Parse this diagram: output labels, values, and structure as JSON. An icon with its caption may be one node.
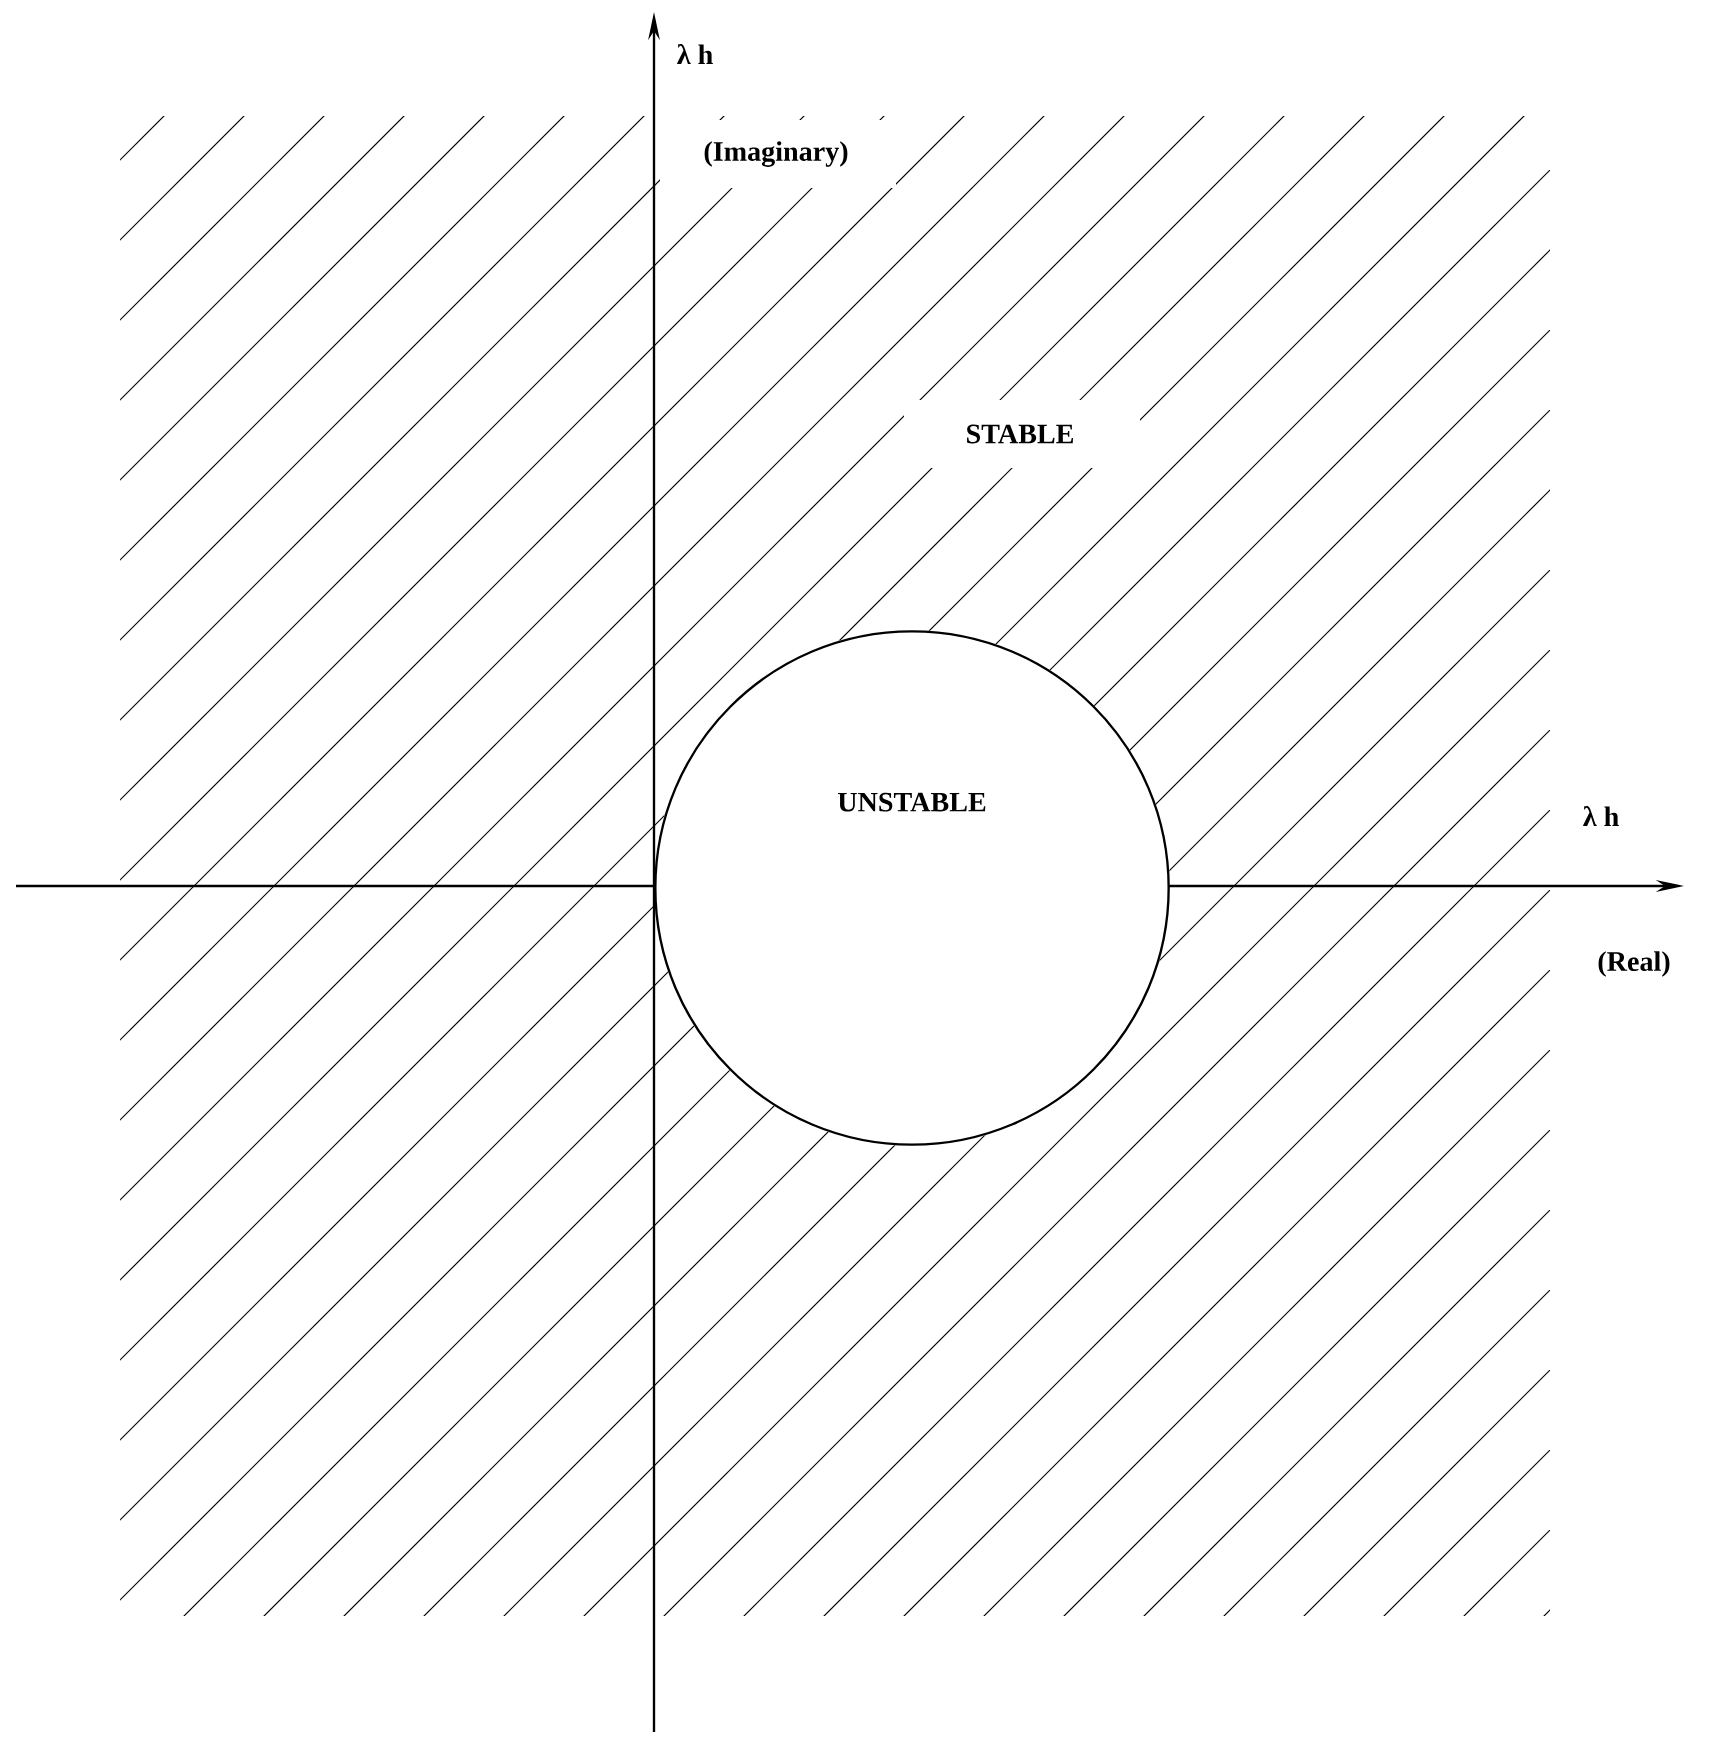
{
  "diagram": {
    "nodes": [
      {
        "text": [
          "UNSTABLE"
        ]
      }
    ],
    "labels": [
      "λ h",
      "(Imaginary)",
      "STABLE",
      "λ h",
      "(Real)"
    ]
  }
}
